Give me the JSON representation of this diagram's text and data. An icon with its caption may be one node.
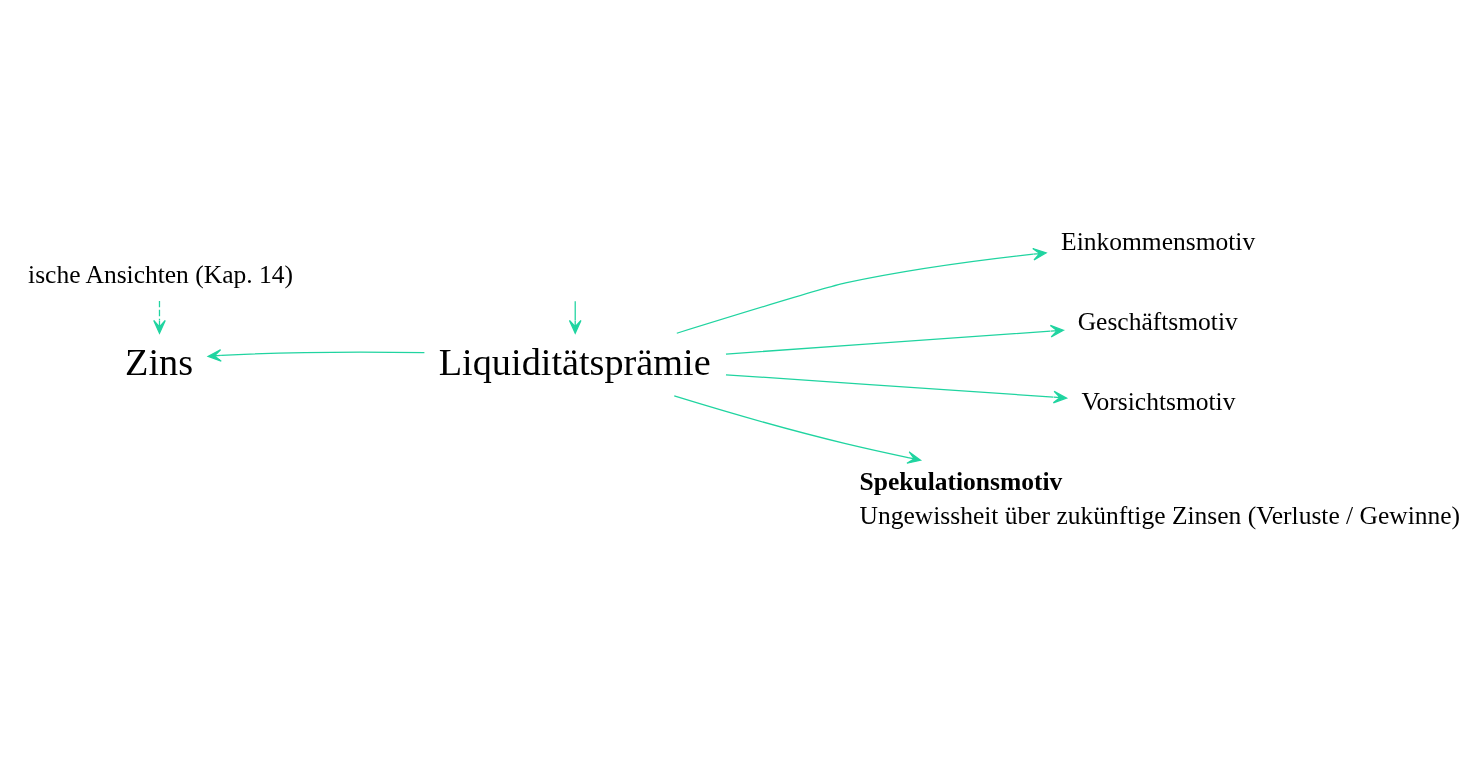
{
  "diagram": {
    "nodes": [
      {
        "text": [
          "Zins"
        ]
      },
      {
        "text": [
          "Liquiditätsprämie"
        ]
      },
      {
        "text": [
          "Einkommensmotiv"
        ]
      },
      {
        "text": [
          "Geschäftsmotiv"
        ]
      },
      {
        "text": [
          "Vorsichtsmotiv"
        ]
      },
      {
        "text": [
          "Spekulationsmotiv",
          "Ungewissheit über zukünftige Zinsen (Verluste / Gewinne)"
        ]
      },
      {
        "text": [
          "ische Ansichten (Kap. 14)"
        ]
      }
    ],
    "edges": [
      {
        "from": null,
        "to": 1,
        "arrow": "to",
        "color": "#20d4a0"
      },
      {
        "from": 1,
        "to": 0,
        "arrow": "to",
        "color": "#20d4a0"
      },
      {
        "from": 1,
        "to": 2,
        "arrow": "to",
        "color": "#20d4a0"
      },
      {
        "from": 1,
        "to": 3,
        "arrow": "to",
        "color": "#20d4a0"
      },
      {
        "from": 1,
        "to": 4,
        "arrow": "to",
        "color": "#20d4a0"
      },
      {
        "from": 1,
        "to": 5,
        "arrow": "to",
        "color": "#20d4a0"
      },
      {
        "from": 6,
        "to": 0,
        "arrow": "to",
        "style": "dashed",
        "color": "#20d4a0"
      }
    ]
  }
}
